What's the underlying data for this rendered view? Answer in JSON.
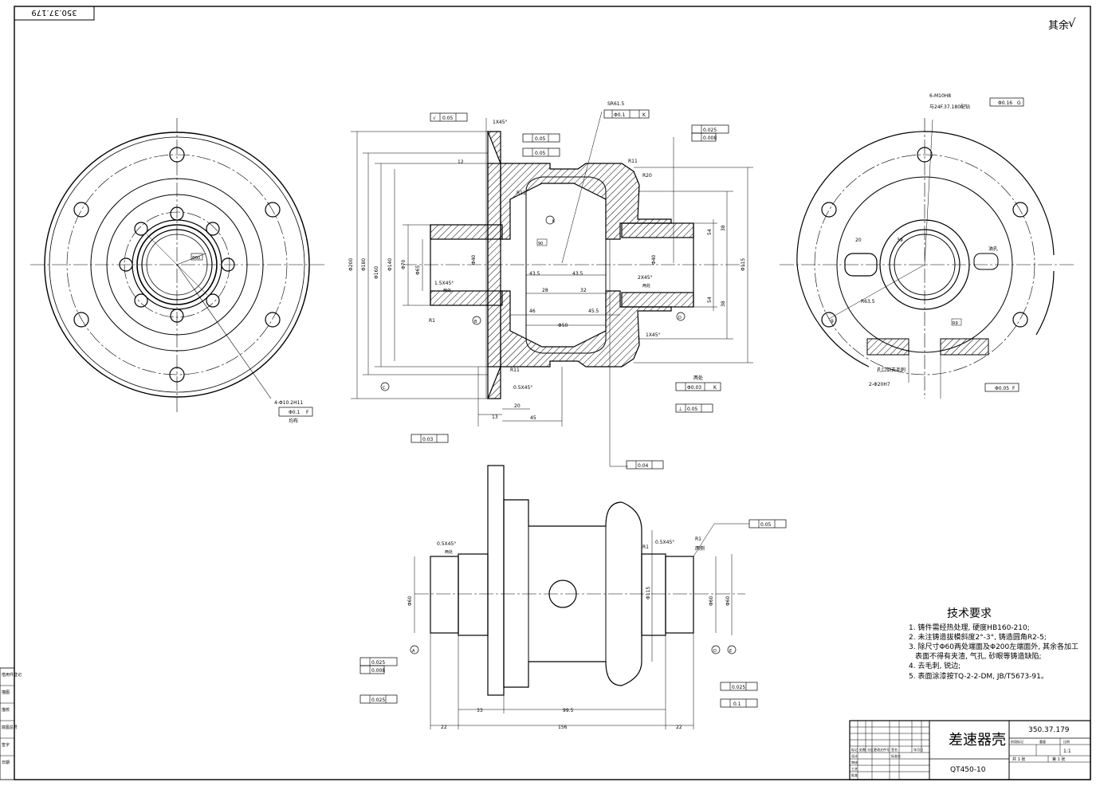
{
  "sheet": {
    "drawing_no_stamp": "350.37.179",
    "roughness_note": "其余",
    "roughness_symbol": "√"
  },
  "tech_requirements": {
    "heading": "技术要求",
    "items": [
      "1. 铸件需经热处理, 硬度HB160-210;",
      "2. 未注铸造拔模斜度2°-3°, 铸造圆角R2-5;",
      "3. 除尺寸Φ60两处端面及Φ200左端面外, 其余各加工",
      "表面不得有夹渣, 气孔, 砂眼等铸造缺陷;",
      "4. 去毛刺, 锐边;",
      "5. 表面涂漆按TQ-2-2-DM, JB/T5673-91。"
    ]
  },
  "title_block": {
    "part_name": "差速器壳",
    "drawing_no": "350.37.179",
    "material": "QT450-10",
    "scale": "1:1",
    "sheet_total": "共 1 张",
    "sheet_no": "第 1 张",
    "labels": [
      "标记",
      "处数",
      "分区",
      "更改文件号",
      "签名",
      "年月日",
      "设计",
      "标准化",
      "审核",
      "工艺",
      "批准",
      "阶段标记",
      "重量",
      "比例"
    ]
  },
  "left_strip": {
    "labels": [
      "借用件登记",
      "描图",
      "描校",
      "底图总号",
      "签字",
      "日期"
    ]
  },
  "dims": {
    "d200": "Φ200",
    "d180": "Φ180",
    "d160": "Φ160",
    "d140": "Φ140",
    "d70": "Φ70",
    "d65": "Φ65",
    "d115": "Φ115",
    "d60": "Φ60",
    "d40": "Φ40",
    "r11": "R11",
    "r20": "R20",
    "r1": "R1",
    "sr": "SR61.5",
    "c15": "1.5X45°",
    "c1": "1X45°",
    "c2": "2X45°",
    "c05": "0.5X45°",
    "d43a": "43.5",
    "d43b": "43.5",
    "d28": "28",
    "d32": "32",
    "d46": "46",
    "d455": "45.5",
    "d650": "Φ50",
    "d13": "13",
    "d20": "20",
    "d45": "45",
    "d54a": "54",
    "d54b": "54",
    "d38a": "38",
    "d38b": "38",
    "d12": "12",
    "d22a": "22",
    "d22b": "22",
    "d995": "99.5",
    "d156": "156",
    "d33": "33",
    "hole_note": "4-Φ10.2H11",
    "hole_note2": "均布",
    "hole_note3": "6-M10H8",
    "hole_note4": "与24F.37.180配钻",
    "hole_note5": "2-Φ20H7",
    "hole_note6": "孔口倒去毛刺",
    "two_places": "两处",
    "two_sides": "两侧",
    "oil_hole": "油孔",
    "r9": "R9",
    "r63": "R63.5",
    "n20": "20",
    "n39": "39",
    "n90": "90",
    "n9": "9"
  },
  "tolerances": {
    "runout1": "0.05",
    "runout2": "0.05",
    "runout3": "0.05",
    "flat1": "0.025",
    "cyl1": "0.008",
    "pos1": "Φ0.1",
    "pos2": "Φ0.16",
    "pos3": "Φ0.05",
    "conc1": "Φ0.03",
    "perp1": "0.05",
    "runout4": "0.03",
    "runout5": "0.04",
    "runout6": "0.05",
    "flat2": "0.025",
    "cyl2": "0.008",
    "runout7": "0.025",
    "runout8": "0.025",
    "runout9": "0.1",
    "datumA": "A",
    "datumB": "B",
    "datumC": "C",
    "datumD": "D",
    "datumE": "E",
    "datumF": "F",
    "datumG": "G",
    "datumK": "K"
  }
}
